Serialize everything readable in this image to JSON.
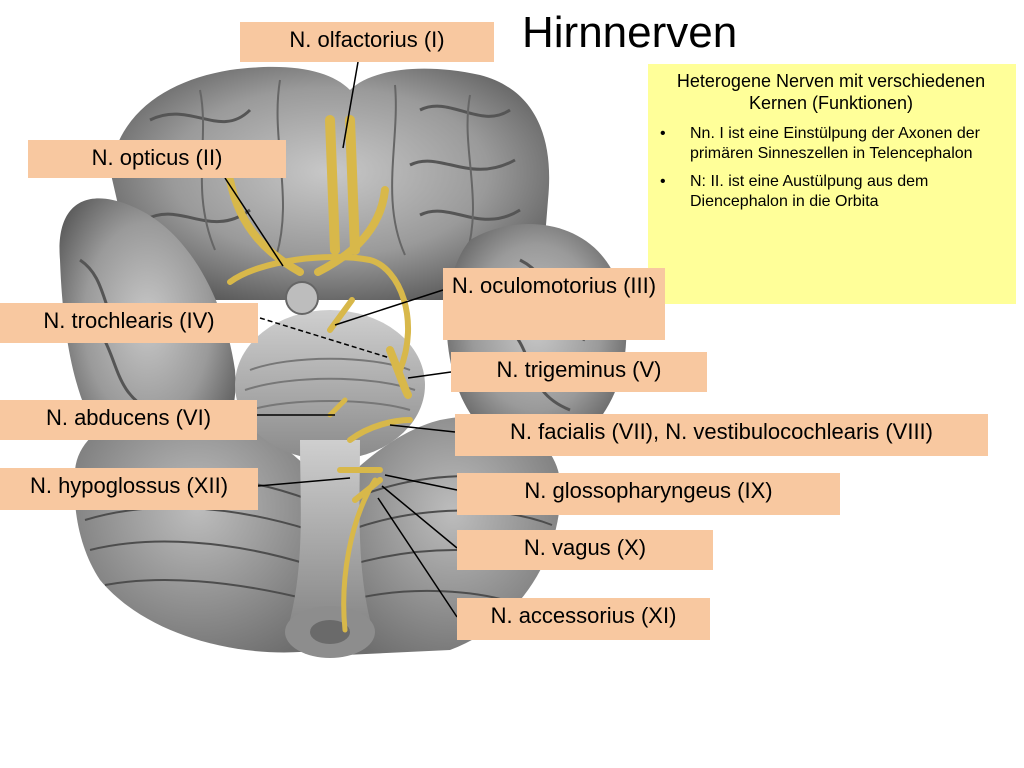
{
  "title": "Hirnnerven",
  "info": {
    "heading": "Heterogene Nerven mit verschiedenen Kernen (Funktionen)",
    "bullets": [
      "Nn. I ist eine Einstülpung der Axonen der primären Sinneszellen in Telencephalon",
      " N: II. ist eine Austülpung aus dem Diencephalon in die Orbita"
    ]
  },
  "labels": {
    "olfactorius": "N. olfactorius (I)",
    "opticus": "N. opticus (II)",
    "oculomotorius": "N. oculomotorius (III)",
    "trochlearis": "N. trochlearis (IV)",
    "trigeminus": "N. trigeminus (V)",
    "abducens": "N. abducens (VI)",
    "facialis": "N. facialis (VII), N. vestibulocochlearis (VIII)",
    "hypoglossus": "N. hypoglossus (XII)",
    "glossopharyngeus": "N. glossopharyngeus (IX)",
    "vagus": "N. vagus (X)",
    "accessorius": "N. accessorius (XI)"
  },
  "colors": {
    "label_bg": "#f8c8a0",
    "info_bg": "#ffff99",
    "nerve": "#d8b84a",
    "brain": "#8c8c8c"
  }
}
